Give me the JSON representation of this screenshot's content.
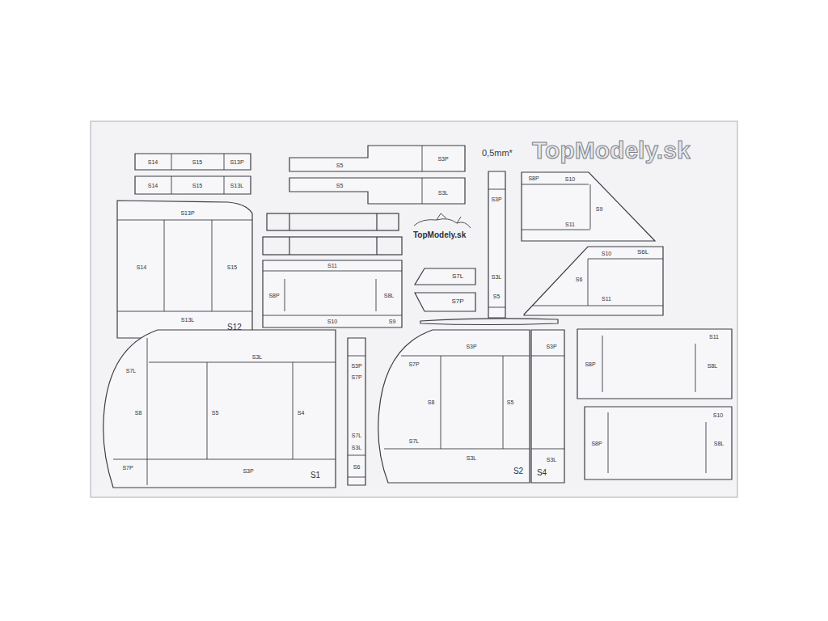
{
  "diagram": {
    "nodes": [
      {
        "text": [
          "S14",
          "S15",
          "S13P"
        ]
      },
      {
        "text": [
          "S14",
          "S15",
          "S13L"
        ]
      },
      {
        "text": [
          "S5",
          "S3P"
        ]
      },
      {
        "text": [
          "S5",
          "S3L"
        ]
      },
      {
        "text": [
          "S3P",
          "S3L",
          "S5"
        ]
      },
      {
        "text": [
          "S8P",
          "S10",
          "S9",
          "S11"
        ]
      },
      {
        "text": [
          "S13P",
          "S14",
          "S15",
          "S13L",
          "S12"
        ]
      },
      {
        "text": [
          "S11",
          "S8P",
          "S8L",
          "S10",
          "S9"
        ]
      },
      {
        "text": [
          "S7L"
        ]
      },
      {
        "text": [
          "S7P"
        ]
      },
      {
        "text": [
          "S6L",
          "S10",
          "S6",
          "S11"
        ]
      },
      {
        "text": [
          "S3L",
          "S7L",
          "S8",
          "S5",
          "S4",
          "S7P",
          "S3P",
          "S1"
        ]
      },
      {
        "text": [
          "S3P",
          "S7P",
          "S7L",
          "S3L",
          "S6"
        ]
      },
      {
        "text": [
          "S7P",
          "S3P",
          "S8",
          "S5",
          "S7L",
          "S3L",
          "S2"
        ]
      },
      {
        "text": [
          "S3P",
          "S3L",
          "S4"
        ]
      },
      {
        "text": [
          "S11",
          "S8P",
          "S8L"
        ]
      },
      {
        "text": [
          "S10",
          "S8P",
          "S8L"
        ]
      }
    ],
    "labels": [
      "0,5mm*",
      "TopModely.sk",
      "TopModely.sk"
    ]
  }
}
